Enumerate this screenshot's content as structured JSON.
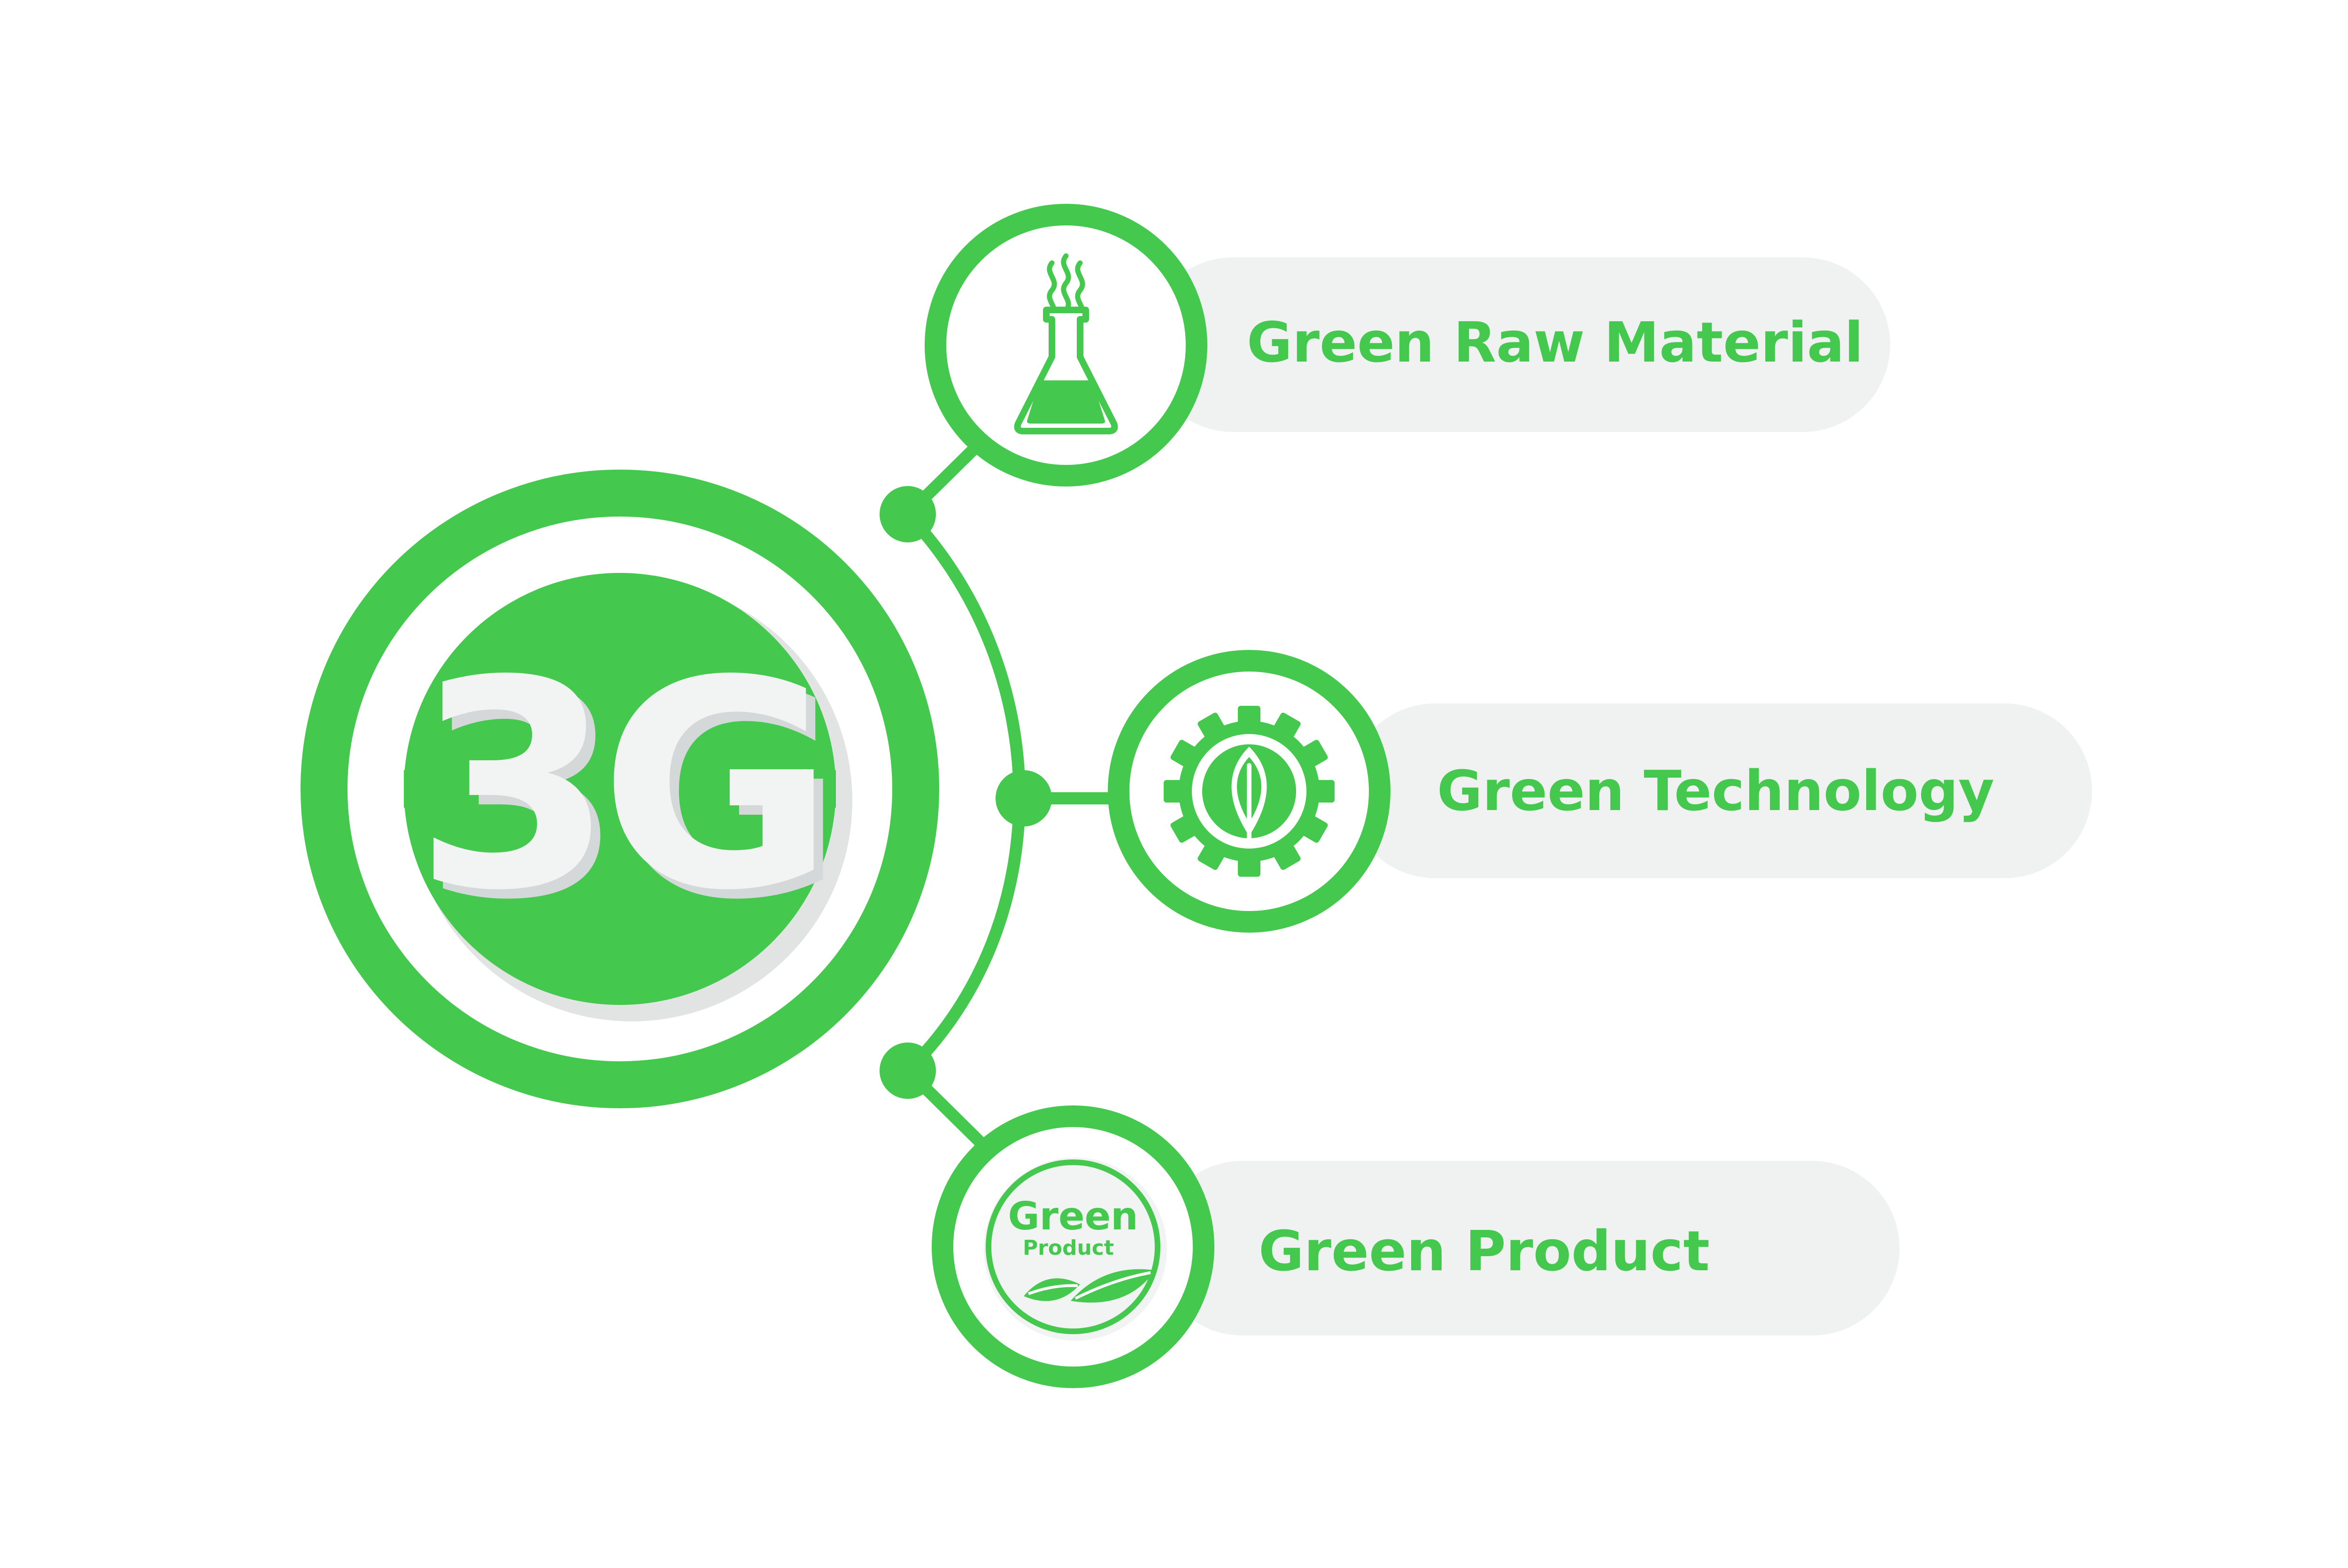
{
  "colors": {
    "green": "#45C84E",
    "pill": "#F0F2F1",
    "logo_fill": "#F2F3F3",
    "logo_shadow": "#E2E4E4",
    "white": "#FFFFFF"
  },
  "hub": {
    "logo_text": "3G",
    "icon": "3g-logo-icon"
  },
  "items": [
    {
      "label": "Green Raw Material",
      "icon": "flask-icon"
    },
    {
      "label": "Green Technology",
      "icon": "gear-leaf-icon"
    },
    {
      "label": "Green Product",
      "icon": "green-product-badge-icon"
    }
  ],
  "badge": {
    "word1": "Green",
    "word2": "Product"
  }
}
